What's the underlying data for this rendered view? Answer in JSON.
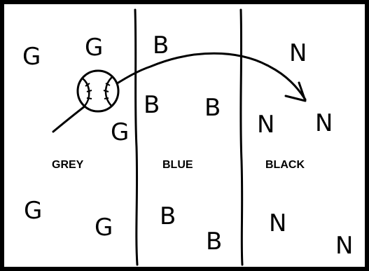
{
  "zones": [
    {
      "label": "GREY",
      "letters": [
        "G",
        "G",
        "G",
        "G",
        "G"
      ]
    },
    {
      "label": "BLUE",
      "letters": [
        "B",
        "B",
        "B",
        "B",
        "B"
      ]
    },
    {
      "label": "BLACK",
      "letters": [
        "N",
        "N",
        "N",
        "N",
        "N"
      ]
    }
  ],
  "colors": {
    "ink": "#000000",
    "background": "#ffffff"
  },
  "icons": {
    "ball": "tennis-ball-icon",
    "arrow": "curved-arrow-icon"
  }
}
